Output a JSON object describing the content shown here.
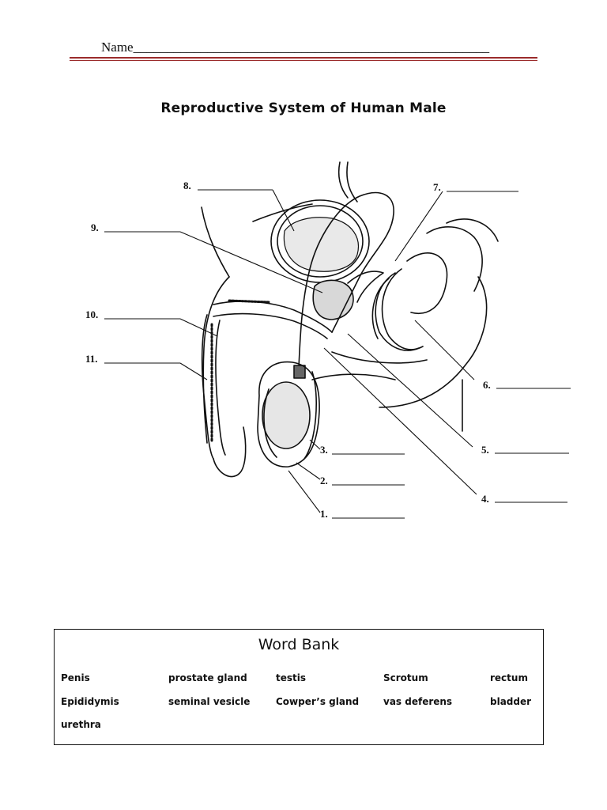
{
  "header": {
    "name_label": "Name_____________________________________________________",
    "title": "Reproductive System of Human Male"
  },
  "diagram": {
    "labels": [
      "1.",
      "2.",
      "3.",
      "4.",
      "5.",
      "6.",
      "7.",
      "8.",
      "9.",
      "10.",
      "11."
    ]
  },
  "word_bank": {
    "title": "Word Bank",
    "rows": [
      [
        "Penis",
        "prostate gland",
        "testis",
        "Scrotum",
        "rectum"
      ],
      [
        "Epididymis",
        "seminal vesicle",
        "Cowper’s gland",
        "vas deferens",
        "bladder"
      ],
      [
        "urethra",
        "",
        "",
        "",
        ""
      ]
    ]
  }
}
